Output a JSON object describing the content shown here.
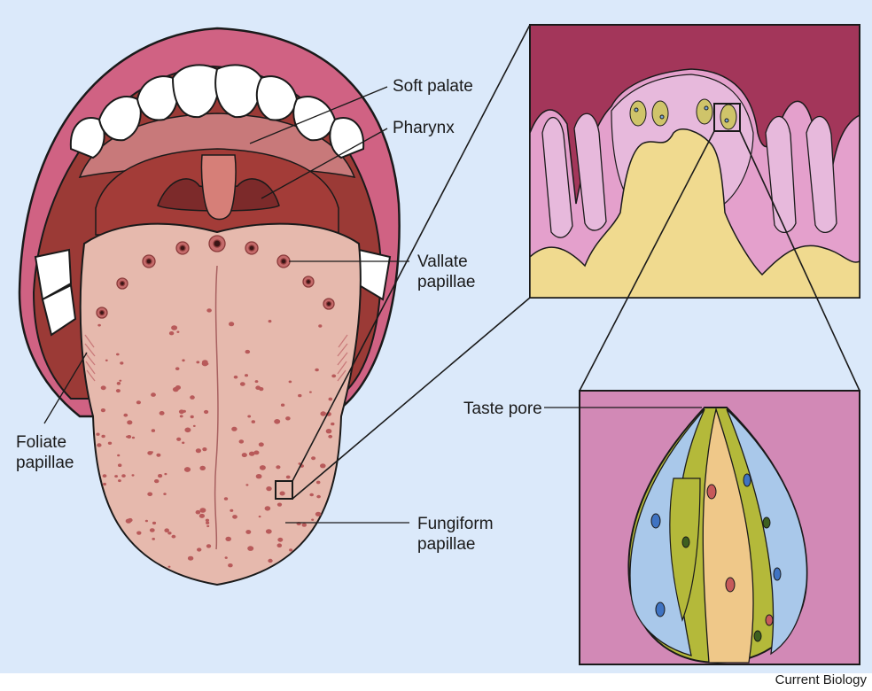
{
  "labels": {
    "soft_palate": "Soft palate",
    "pharynx": "Pharynx",
    "vallate": "Vallate\npapillae",
    "foliate": "Foliate\npapillae",
    "fungiform": "Fungiform\npapillae",
    "taste_pore": "Taste pore"
  },
  "credit": "Current Biology",
  "colors": {
    "background": "#dbe9fa",
    "lips": "#d06283",
    "mouth_interior": "#9b3a36",
    "tongue": "#e6b9ad",
    "papilla": "#b85a5a",
    "epithelium": "#e4a0cc",
    "lamina": "#f0da8f",
    "bud_green": "#b4b93a",
    "bud_blue": "#a9c8ea",
    "bud_orange": "#efc889",
    "inset_bg": "#d289b6"
  }
}
